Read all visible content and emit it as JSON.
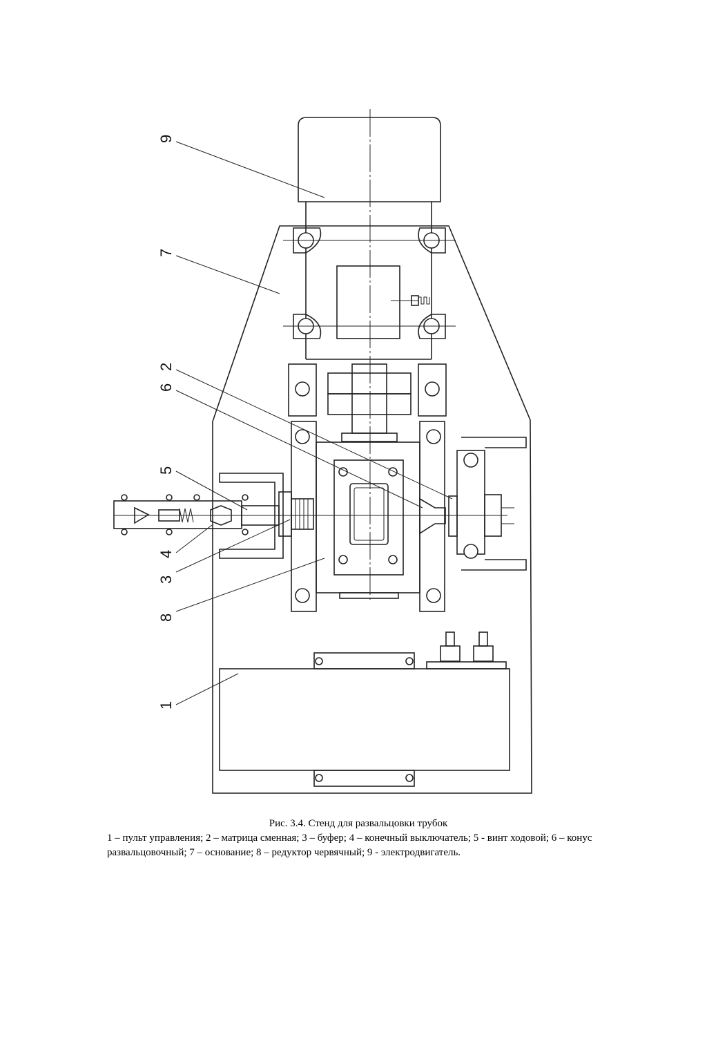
{
  "figure": {
    "callouts": [
      {
        "id": "1",
        "label": "1"
      },
      {
        "id": "2",
        "label": "2"
      },
      {
        "id": "3",
        "label": "3"
      },
      {
        "id": "4",
        "label": "4"
      },
      {
        "id": "5",
        "label": "5"
      },
      {
        "id": "6",
        "label": "6"
      },
      {
        "id": "7",
        "label": "7"
      },
      {
        "id": "8",
        "label": "8"
      },
      {
        "id": "9",
        "label": "9"
      }
    ]
  },
  "caption": {
    "title": "Рис.  3.4.  Стенд для развальцовки трубок",
    "text": "1 – пульт управления; 2 – матрица сменная; 3 – буфер; 4 – конечный выключатель;  5 -  винт ходовой; 6 – конус развальцовочный; 7 – основание; 8 – редуктор червячный;  9  - электродвигатель."
  }
}
